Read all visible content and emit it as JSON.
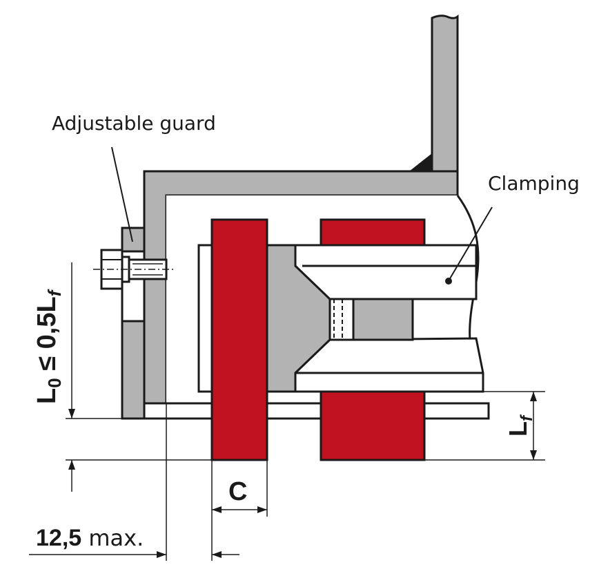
{
  "labels": {
    "adjustable_guard": "Adjustable guard",
    "clamping": "Clamping",
    "formula_main": "L",
    "formula_sub0": "0",
    "formula_rest": " ≤ 0,5L",
    "formula_subf": "f",
    "lf_main": "L",
    "lf_sub": "f",
    "c": "C",
    "dim_value": "12,5",
    "dim_suffix": " max."
  },
  "colors": {
    "grey": "#b3b3b3",
    "red": "#c1121f",
    "outline": "#1a1a1a",
    "background": "#ffffff"
  }
}
